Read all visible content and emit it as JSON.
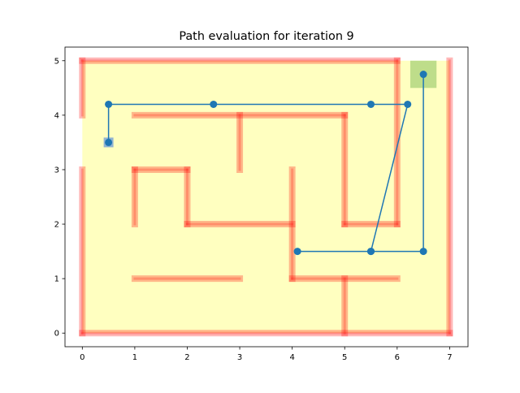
{
  "chart_data": {
    "type": "line",
    "title": "Path evaluation for iteration 9",
    "xlabel": "",
    "ylabel": "",
    "xlim": [
      -0.33,
      7.35
    ],
    "ylim": [
      -0.25,
      5.25
    ],
    "x_ticks": [
      "0",
      "1",
      "2",
      "3",
      "4",
      "5",
      "6",
      "7"
    ],
    "y_ticks": [
      "0",
      "1",
      "2",
      "3",
      "4",
      "5"
    ],
    "grid": false,
    "maze_area": {
      "x": [
        0,
        7
      ],
      "y": [
        0,
        5
      ],
      "color": "#ffffc0"
    },
    "start_marker": {
      "x": 0.5,
      "y": 3.5,
      "color": "#7fa6d4"
    },
    "goal_region": {
      "x": [
        6.25,
        6.75
      ],
      "y": [
        4.5,
        5.0
      ],
      "color": "#bedd8a"
    },
    "walls": [
      [
        [
          0,
          5
        ],
        [
          6,
          5
        ]
      ],
      [
        [
          0,
          5
        ],
        [
          0,
          4
        ]
      ],
      [
        [
          0,
          3
        ],
        [
          0,
          0
        ]
      ],
      [
        [
          0,
          0
        ],
        [
          7,
          0
        ]
      ],
      [
        [
          7,
          0
        ],
        [
          7,
          5
        ]
      ],
      [
        [
          6,
          5
        ],
        [
          6,
          2
        ]
      ],
      [
        [
          1,
          4
        ],
        [
          5,
          4
        ]
      ],
      [
        [
          5,
          4
        ],
        [
          5,
          2
        ]
      ],
      [
        [
          5,
          2
        ],
        [
          6,
          2
        ]
      ],
      [
        [
          3,
          4
        ],
        [
          3,
          3
        ]
      ],
      [
        [
          1,
          3
        ],
        [
          2,
          3
        ]
      ],
      [
        [
          1,
          3
        ],
        [
          1,
          2
        ]
      ],
      [
        [
          2,
          3
        ],
        [
          2,
          2
        ]
      ],
      [
        [
          2,
          2
        ],
        [
          4,
          2
        ]
      ],
      [
        [
          4,
          3
        ],
        [
          4,
          1
        ]
      ],
      [
        [
          4,
          1
        ],
        [
          6,
          1
        ]
      ],
      [
        [
          5,
          1
        ],
        [
          5,
          0
        ]
      ],
      [
        [
          1,
          1
        ],
        [
          3,
          1
        ]
      ]
    ],
    "wall_color": "#ff0000",
    "series": [
      {
        "color": "#1f77b4",
        "x": [
          0.5,
          0.5,
          2.5,
          5.5,
          6.2,
          5.5,
          4.1,
          5.5,
          6.5,
          6.5
        ],
        "y": [
          3.5,
          4.2,
          4.2,
          4.2,
          4.2,
          1.5,
          1.5,
          1.5,
          1.5,
          4.75
        ]
      }
    ]
  }
}
